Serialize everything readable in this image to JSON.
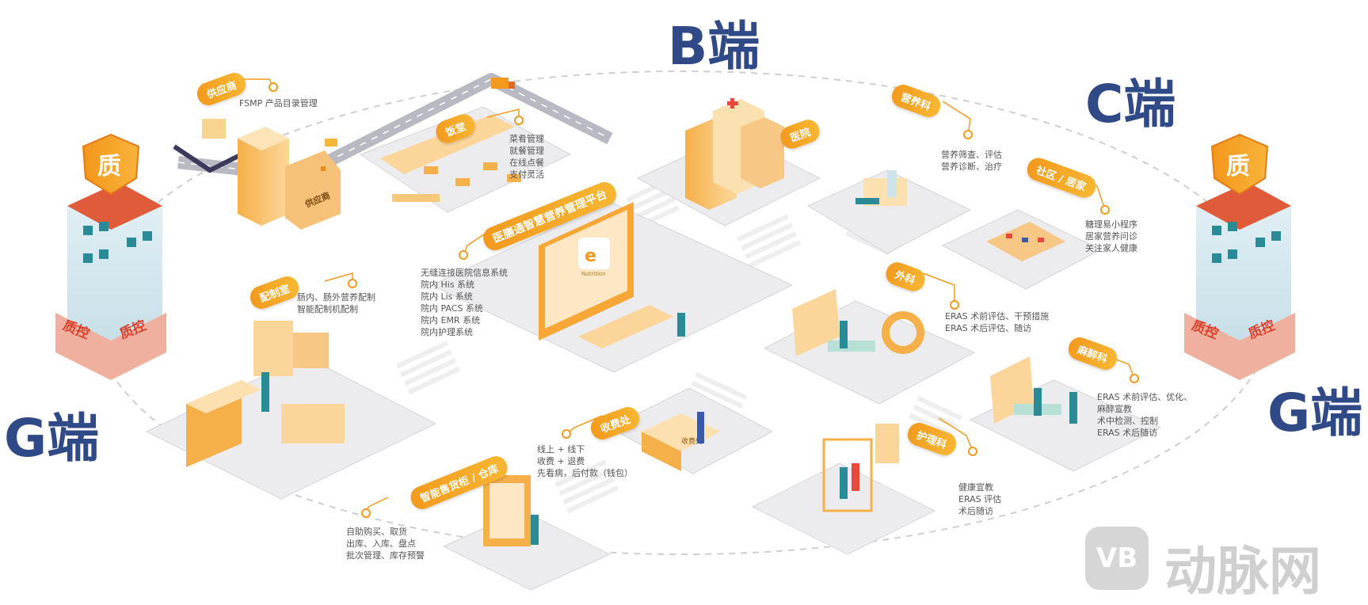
{
  "regions": {
    "b": "B端",
    "c": "C端",
    "g_left": "G端",
    "g_right": "G端"
  },
  "quality": {
    "shield": "质",
    "banner_left": "质控",
    "banner_right": "质控"
  },
  "nodes": {
    "supplier": {
      "label": "供应商",
      "desc": "FSMP 产品目录管理",
      "building_sign": "供应商"
    },
    "canteen": {
      "label": "饭堂",
      "desc": "菜肴管理\n就餐管理\n在线点餐\n支付灵活"
    },
    "platform": {
      "label": "医膳通智慧营养管理平台",
      "desc": "无缝连接医院信息系统\n院内 His 系统\n院内 Lis 系统\n院内 PACS 系统\n院内 EMR 系统\n院内护理系统"
    },
    "hospital": {
      "label": "医院"
    },
    "nutrition": {
      "label": "营养科",
      "desc": "营养筛查、评估\n营养诊断、治疗"
    },
    "community": {
      "label": "社区 / 居家",
      "desc": "糖理易小程序\n居家营养问诊\n关注家人健康"
    },
    "dispensary": {
      "label": "配制室",
      "desc": "肠内、肠外营养配制\n智能配制机配制"
    },
    "surgery": {
      "label": "外科",
      "desc": "ERAS 术前评估、干预措施\nERAS 术后评估、随访"
    },
    "anesthesia": {
      "label": "麻醉科",
      "desc": "ERAS 术前评估、优化、\n麻醉宣教\n术中检测、控制\nERAS 术后随访"
    },
    "cashier": {
      "label": "收费处",
      "desc": "线上 + 线下\n收费 + 退费\n先看病，后付款（钱包）",
      "desk_sign": "收费处"
    },
    "nursing": {
      "label": "护理科",
      "desc": "健康宣教\nERAS 评估\n术后随访"
    },
    "cabinet": {
      "label": "智能售货柜 / 仓库",
      "desc": "自助购买、取货\n出库、入库、盘点\n批次管理、库存预警"
    }
  },
  "monitor": {
    "brand": "Nutrition"
  },
  "watermark": {
    "text": "动脉网",
    "logo": "VB"
  },
  "colors": {
    "orange": "#f39a1e",
    "orange_light": "#f7c77a",
    "navy": "#2f4a86",
    "teal": "#2a8a95",
    "platform": "#e9e9ec"
  }
}
